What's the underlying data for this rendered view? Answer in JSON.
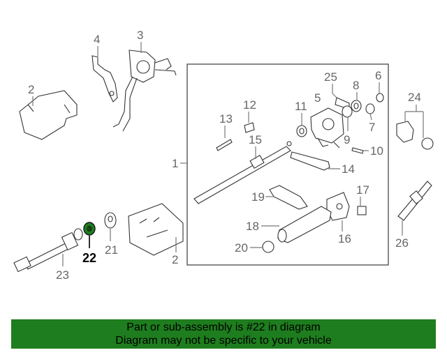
{
  "diagram": {
    "callouts": {
      "c1": "1",
      "c2a": "2",
      "c2b": "2",
      "c3": "3",
      "c4": "4",
      "c5": "5",
      "c6": "6",
      "c7": "7",
      "c8": "8",
      "c9": "9",
      "c10": "10",
      "c11": "11",
      "c12": "12",
      "c13": "13",
      "c14": "14",
      "c15": "15",
      "c16": "16",
      "c17": "17",
      "c18": "18",
      "c19": "19",
      "c20": "20",
      "c21": "21",
      "c22": "22",
      "c23": "23",
      "c24": "24",
      "c25": "25",
      "c26": "26"
    },
    "highlighted_part": "22",
    "highlight_color": "#1e7d1e"
  },
  "banner": {
    "line1": "Part or sub-assembly is #22 in diagram",
    "line2": "Diagram may not be specific to your vehicle",
    "background": "#1e7d1e"
  }
}
